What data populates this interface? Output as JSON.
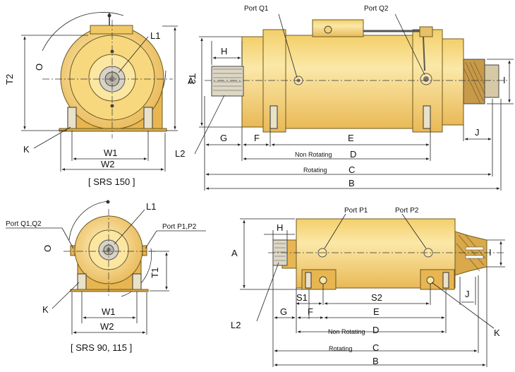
{
  "colors": {
    "body": "#f7d77a",
    "body_light": "#fbe7a6",
    "body_dark": "#d9a94a",
    "line": "#222222"
  },
  "top_front": {
    "caption": "[ SRS 150 ]",
    "labels": {
      "L1": "L1",
      "T2": "T2",
      "T3": "T3",
      "O": "O",
      "K": "K",
      "W1": "W1",
      "W2": "W2"
    }
  },
  "top_side": {
    "labels": {
      "port_q1": "Port Q1",
      "port_q2": "Port Q2",
      "H": "H",
      "A": "A",
      "I": "I",
      "J": "J",
      "L2": "L2",
      "G": "G",
      "F": "F",
      "E": "E",
      "D": "D",
      "C": "C",
      "B": "B",
      "non_rotating": "Non Rotating",
      "rotating": "Rotating"
    }
  },
  "bottom_front": {
    "caption": "[ SRS 90, 115 ]",
    "labels": {
      "port_q": "Port Q1,Q2",
      "port_p": "Port P1,P2",
      "L1": "L1",
      "O": "O",
      "T1": "T1",
      "K": "K",
      "W1": "W1",
      "W2": "W2"
    }
  },
  "bottom_side": {
    "labels": {
      "port_p1": "Port P1",
      "port_p2": "Port P2",
      "H": "H",
      "A": "A",
      "I": "I",
      "J": "J",
      "L2": "L2",
      "K": "K",
      "S1": "S1",
      "S2": "S2",
      "G": "G",
      "F": "F",
      "E": "E",
      "D": "D",
      "C": "C",
      "B": "B",
      "non_rotating": "Non Rotating",
      "rotating": "Rotating"
    }
  }
}
